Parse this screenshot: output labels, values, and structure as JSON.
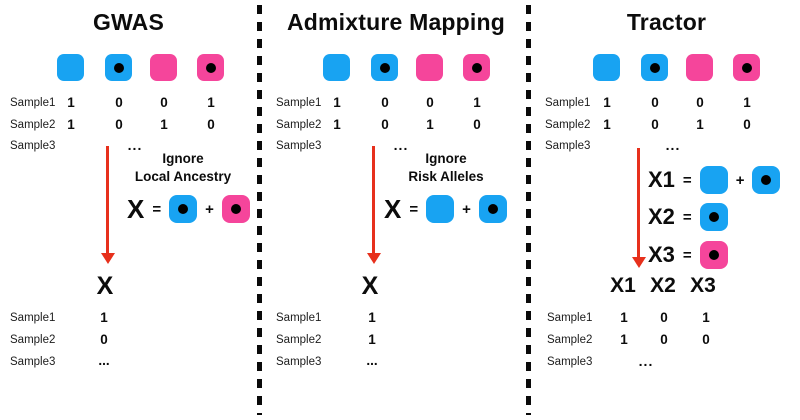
{
  "colors": {
    "blue": "#18A3F2",
    "pink": "#F5459B",
    "red": "#E7301C"
  },
  "ops": {
    "eq": "=",
    "plus": "+"
  },
  "panels": [
    {
      "title": "GWAS",
      "input": {
        "rows": [
          {
            "label": "Sample1",
            "v1": "1",
            "v2": "0",
            "v3": "0",
            "v4": "1"
          },
          {
            "label": "Sample2",
            "v1": "1",
            "v2": "0",
            "v3": "1",
            "v4": "0"
          },
          {
            "label": "Sample3",
            "dots": "..."
          }
        ]
      },
      "note_line1": "Ignore",
      "note_line2": "Local Ancestry",
      "formula": {
        "lhs": "X"
      },
      "output": {
        "header": "X",
        "rows": [
          {
            "label": "Sample1",
            "v": "1"
          },
          {
            "label": "Sample2",
            "v": "0"
          },
          {
            "label": "Sample3",
            "v": "..."
          }
        ]
      }
    },
    {
      "title": "Admixture Mapping",
      "input": {
        "rows": [
          {
            "label": "Sample1",
            "v1": "1",
            "v2": "0",
            "v3": "0",
            "v4": "1"
          },
          {
            "label": "Sample2",
            "v1": "1",
            "v2": "0",
            "v3": "1",
            "v4": "0"
          },
          {
            "label": "Sample3",
            "dots": "..."
          }
        ]
      },
      "note_line1": "Ignore",
      "note_line2": "Risk Alleles",
      "formula": {
        "lhs": "X"
      },
      "output": {
        "header": "X",
        "rows": [
          {
            "label": "Sample1",
            "v": "1"
          },
          {
            "label": "Sample2",
            "v": "1"
          },
          {
            "label": "Sample3",
            "v": "..."
          }
        ]
      }
    },
    {
      "title": "Tractor",
      "input": {
        "rows": [
          {
            "label": "Sample1",
            "v1": "1",
            "v2": "0",
            "v3": "0",
            "v4": "1"
          },
          {
            "label": "Sample2",
            "v1": "1",
            "v2": "0",
            "v3": "1",
            "v4": "0"
          },
          {
            "label": "Sample3",
            "dots": "..."
          }
        ]
      },
      "formulas": [
        {
          "lhs": "X1"
        },
        {
          "lhs": "X2"
        },
        {
          "lhs": "X3"
        }
      ],
      "output": {
        "headers": [
          "X1",
          "X2",
          "X3"
        ],
        "rows": [
          {
            "label": "Sample1",
            "v1": "1",
            "v2": "0",
            "v3": "1"
          },
          {
            "label": "Sample2",
            "v1": "1",
            "v2": "0",
            "v3": "0"
          },
          {
            "label": "Sample3",
            "dots": "..."
          }
        ]
      }
    }
  ]
}
